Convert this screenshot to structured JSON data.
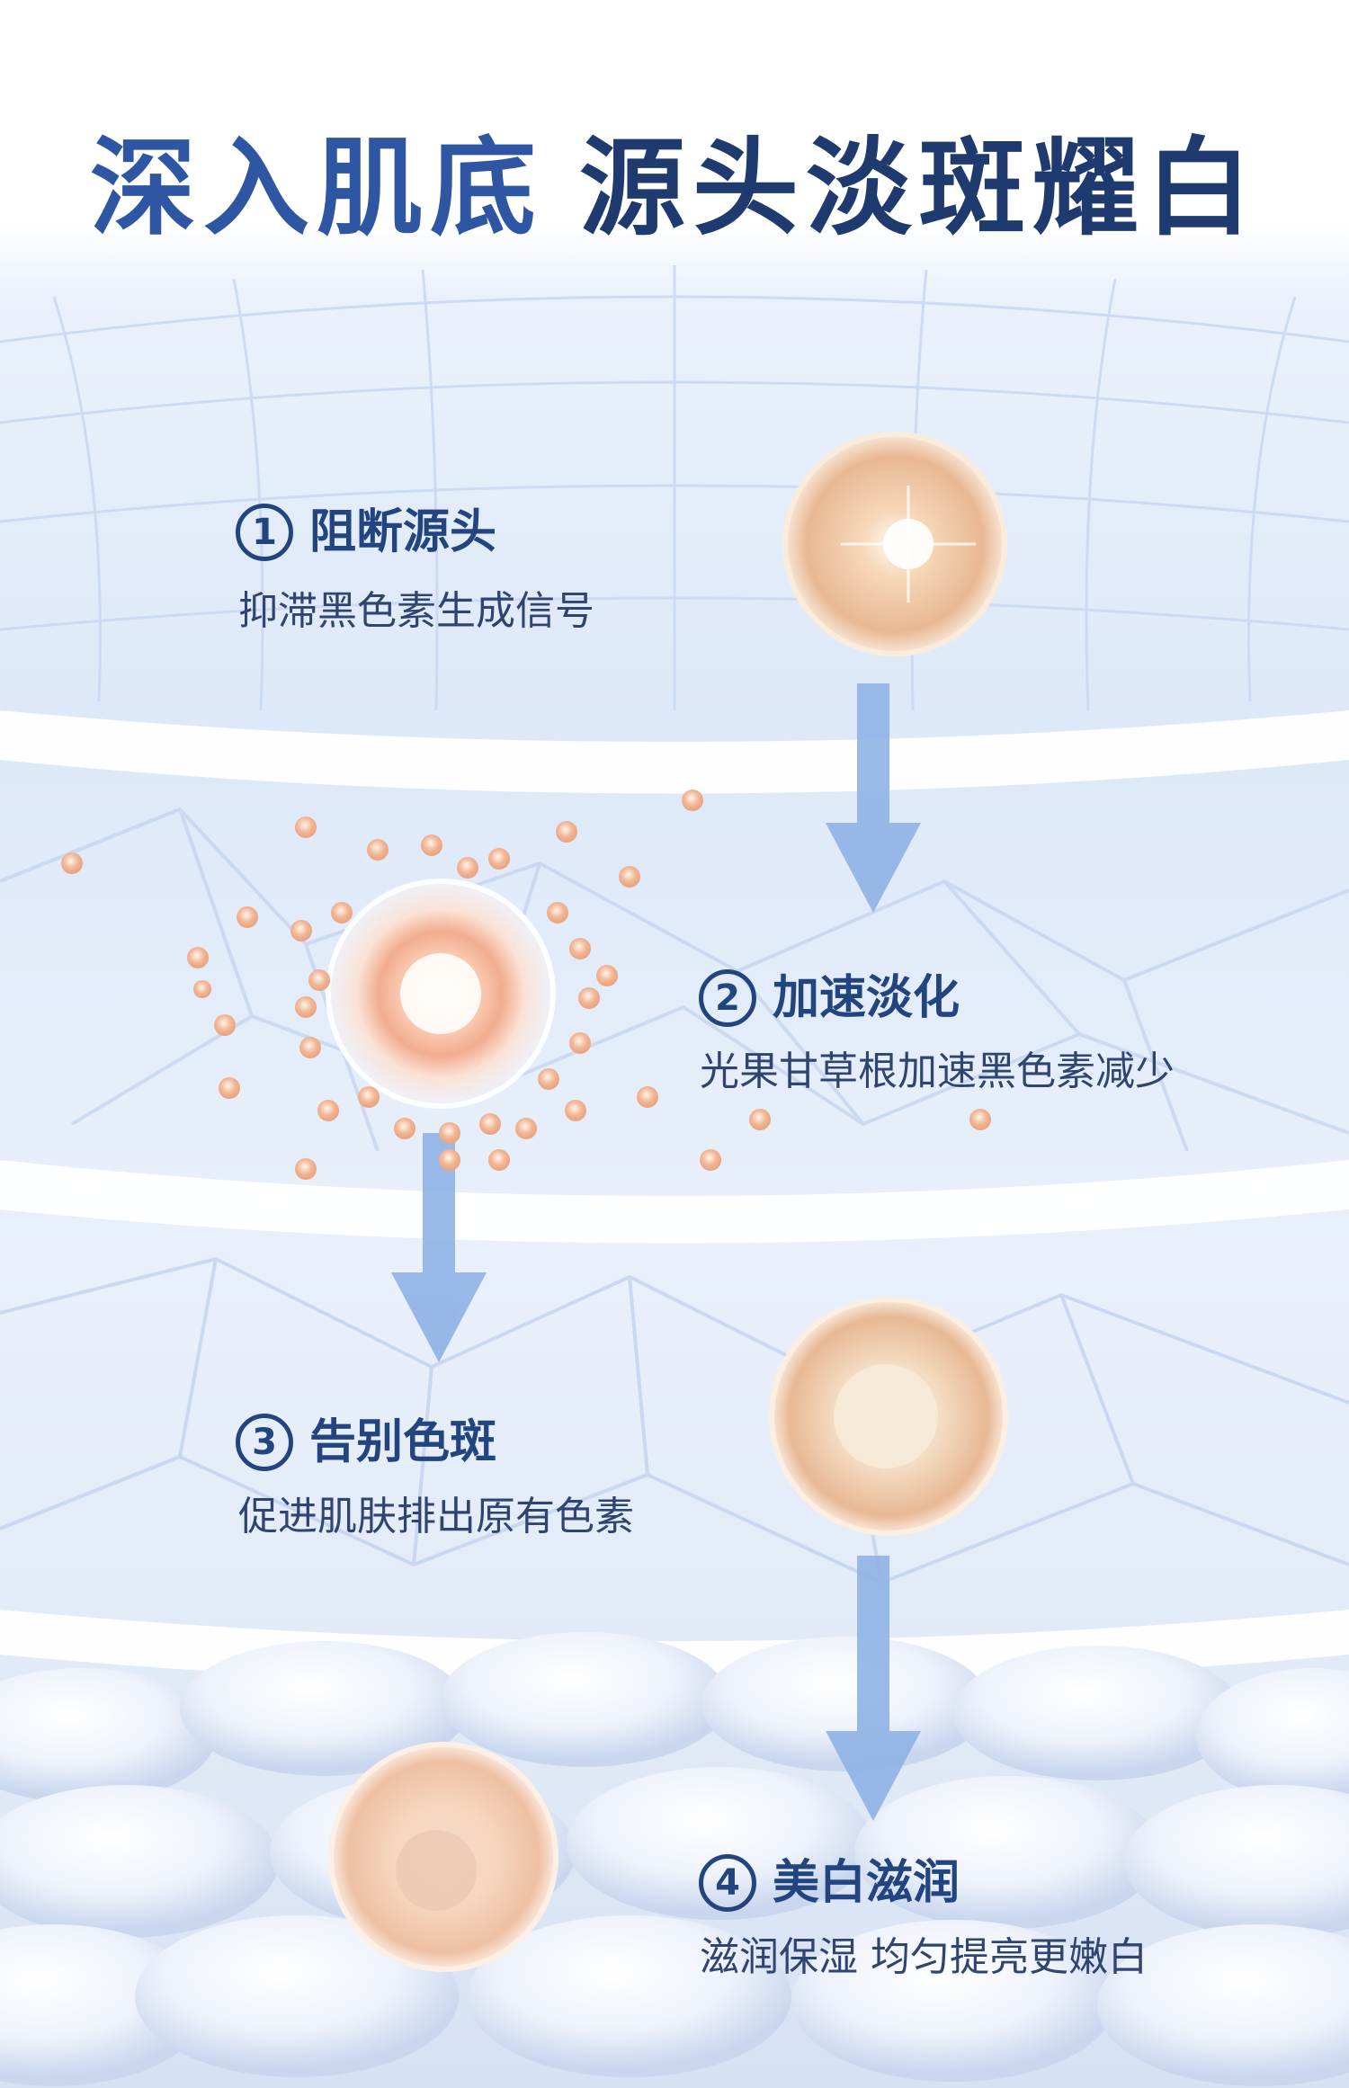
{
  "header": {
    "title_part1": "深入肌底",
    "title_part2": "源头淡斑耀白"
  },
  "steps": [
    {
      "number": "1",
      "title": "阻断源头",
      "description": "抑滞黑色素生成信号"
    },
    {
      "number": "2",
      "title": "加速淡化",
      "description": "光果甘草根加速黑色素减少"
    },
    {
      "number": "3",
      "title": "告别色斑",
      "description": "促进肌肤排出原有色素"
    },
    {
      "number": "4",
      "title": "美白滋润",
      "description": "滋润保湿 均匀提亮更嫩白"
    }
  ],
  "colors": {
    "title_blue": "#2f56a3",
    "title_navy": "#1f3a6e",
    "step_text": "#23457f",
    "arrow": "#8fb2e6",
    "orb_peach": "#f2c9a8"
  },
  "icons": [
    "circled-number-icon",
    "down-arrow-icon",
    "sphere-orb-icon",
    "particle-dot-icon"
  ]
}
